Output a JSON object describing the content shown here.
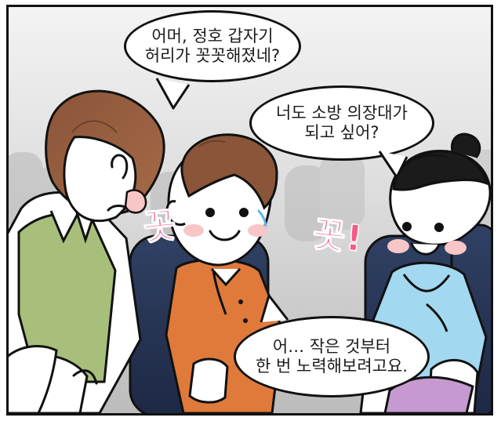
{
  "speech": {
    "bubble_1": "어머, 정호 갑자기\n허리가 꼿꼿해졌네?",
    "bubble_2": "너도 소방 의장대가\n되고 싶어?",
    "bubble_3": "어… 작은 것부터\n한 번 노력해보려고요."
  },
  "sound_effects": {
    "left": "꼿",
    "right": "꼿!"
  },
  "icons": {
    "speech_tail": "speech-tail-icon",
    "bubble_tail": "bubble-tail-icon"
  },
  "colors": {
    "background": "#d8d8d8",
    "line_art": "#111111",
    "sfx": "#f45b86",
    "seat": "#2d3e65",
    "woman_vest": "#a7bf7a",
    "boy_shirt": "#df7a3b",
    "girl_hoodie": "#9fd8f0"
  }
}
